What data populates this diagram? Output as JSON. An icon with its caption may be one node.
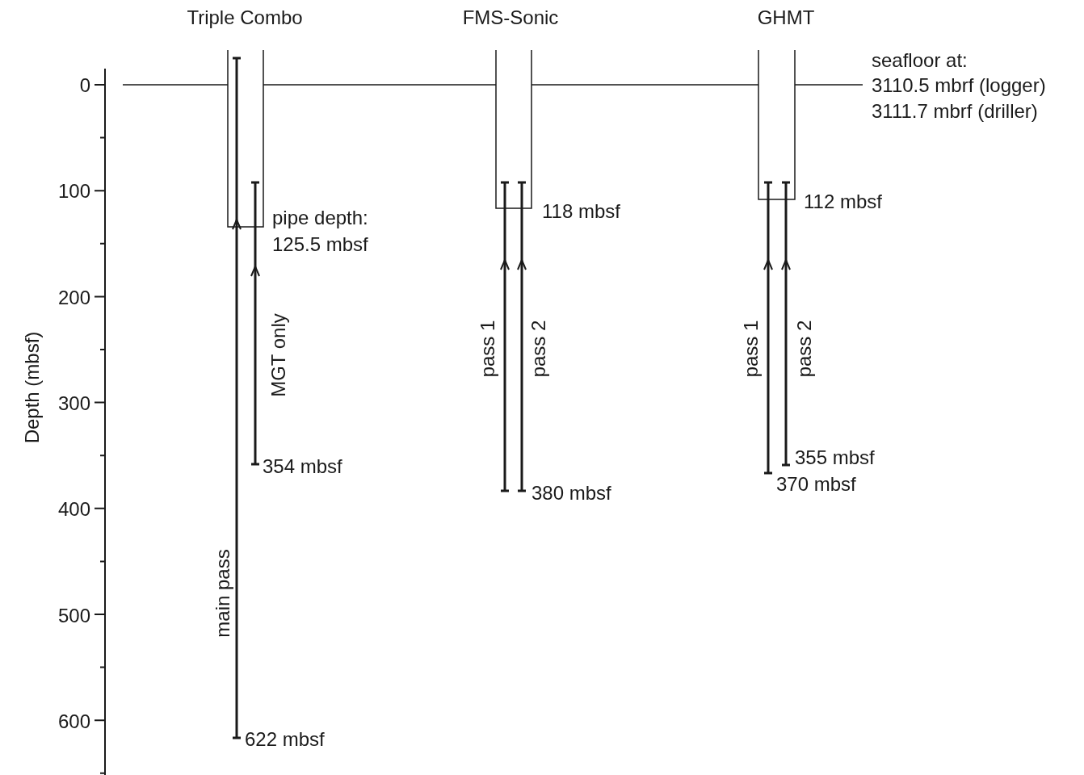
{
  "diagram": {
    "labels": [
      "Triple Combo",
      "FMS-Sonic",
      "GHMT",
      "seafloor at:",
      "3110.5 mbrf (logger)",
      "3111.7 mbrf (driller)",
      "0",
      "100",
      "200",
      "300",
      "400",
      "500",
      "600",
      "Depth (mbsf)",
      "112 mbsf",
      "118 mbsf",
      "pipe depth:",
      "125.5 mbsf",
      "MGT only",
      "pass 1",
      "pass 2",
      "pass 1",
      "pass 2",
      "355 mbsf",
      "354 mbsf",
      "370 mbsf",
      "380 mbsf",
      "main pass",
      "622 mbsf"
    ]
  }
}
